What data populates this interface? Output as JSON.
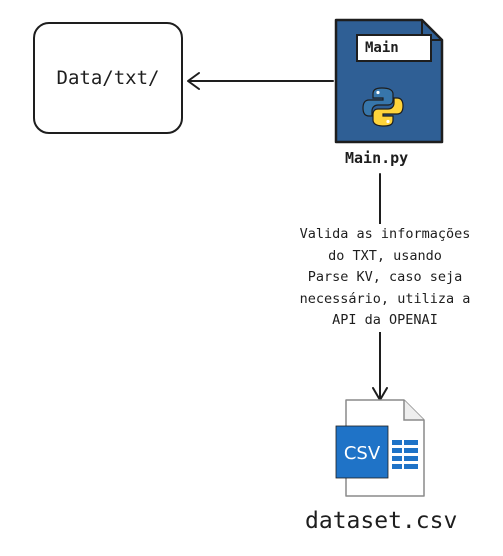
{
  "nodes": {
    "data_folder": {
      "label": "Data/txt/"
    },
    "main_script": {
      "tab_label": "Main",
      "caption": "Main.py",
      "icon": "python-logo-icon"
    },
    "dataset": {
      "icon_text": "CSV",
      "caption": "dataset.csv",
      "icon": "csv-file-icon"
    }
  },
  "edges": {
    "process_note": "Valida as informações\ndo TXT, usando\nParse KV, caso seja\nnecessário, utiliza a\nAPI da OPENAI"
  },
  "colors": {
    "stroke": "#1e1e1e",
    "main_fill": "#2f5f95",
    "csv_blue": "#1f73c7",
    "python_blue": "#3776ab",
    "python_yellow": "#ffd43b"
  }
}
